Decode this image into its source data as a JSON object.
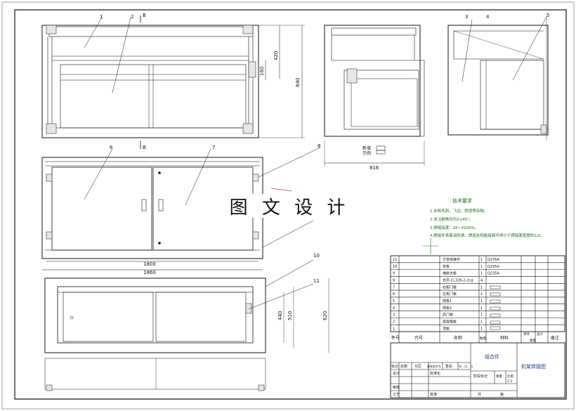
{
  "drawing": {
    "watermark": "图 文 设 计",
    "dimensions": {
      "top_height_total": "840",
      "top_height_upper": "420",
      "top_height_inner": "160",
      "side_width": "816",
      "front_inner_width": "1800",
      "front_outer_width": "1860",
      "bottom_h1": "440",
      "bottom_h2": "510",
      "bottom_h3": "620"
    },
    "balloons": [
      "1",
      "2",
      "3",
      "4",
      "5",
      "6",
      "7",
      "8",
      "10",
      "11"
    ],
    "section_mark": "B",
    "legend_items": [
      "新增",
      "示例"
    ],
    "tech_notes": {
      "title": "技术要求",
      "lines": [
        "1.去除毛刺，飞边，焊渣等杂物。",
        "2.未注倒角均为2×45°。",
        "3.焊缝高度：2K~3200%。",
        "4.焊接件表面涂防锈，焊道处和黏接面不得小于焊接面宽度的1/2。"
      ]
    },
    "bom": {
      "rows": [
        {
          "seq": "11",
          "name": "方管焊接件",
          "qty": "1",
          "material": "Q235A"
        },
        {
          "seq": "10",
          "name": "背板",
          "qty": "1",
          "material": "Q235A"
        },
        {
          "seq": "9",
          "name": "抽屉主板",
          "qty": "1",
          "material": "Q235A"
        },
        {
          "seq": "8",
          "name": "合页-CL326-2-2cg",
          "qty": "4",
          "material": ""
        },
        {
          "seq": "7",
          "name": "右柜门板",
          "qty": "1",
          "material": ""
        },
        {
          "seq": "6",
          "name": "左柜门板",
          "qty": "1",
          "material": ""
        },
        {
          "seq": "5",
          "name": "侧板1",
          "qty": "1",
          "material": ""
        },
        {
          "seq": "4",
          "name": "侧板2",
          "qty": "1",
          "material": ""
        },
        {
          "seq": "3",
          "name": "后门板",
          "qty": "1",
          "material": ""
        },
        {
          "seq": "2",
          "name": "底层隔板",
          "qty": "1",
          "material": ""
        },
        {
          "seq": "1",
          "name": "顶板",
          "qty": "1",
          "material": ""
        }
      ],
      "header": {
        "seq": "件号",
        "code": "代号",
        "name": "名称",
        "qty": "数量",
        "material": "材料",
        "unit_weight": "单件",
        "total_weight": "总计",
        "weight": "重量",
        "remark": "备注"
      }
    },
    "title_block": {
      "assembly": "组合件",
      "title": "机架焊接图",
      "mark": "标记",
      "count": "处数",
      "zone": "分区",
      "change_doc": "更改文件号",
      "signature": "签名",
      "date": "年、月、日",
      "design": "设计",
      "standardize": "标准化",
      "stage_mark": "阶段标记",
      "weight": "重量",
      "scale": "比例",
      "review": "审核",
      "process": "工艺",
      "approve": "批准",
      "sheets": "共",
      "sheet": "第",
      "scale_value": "1:2"
    }
  }
}
